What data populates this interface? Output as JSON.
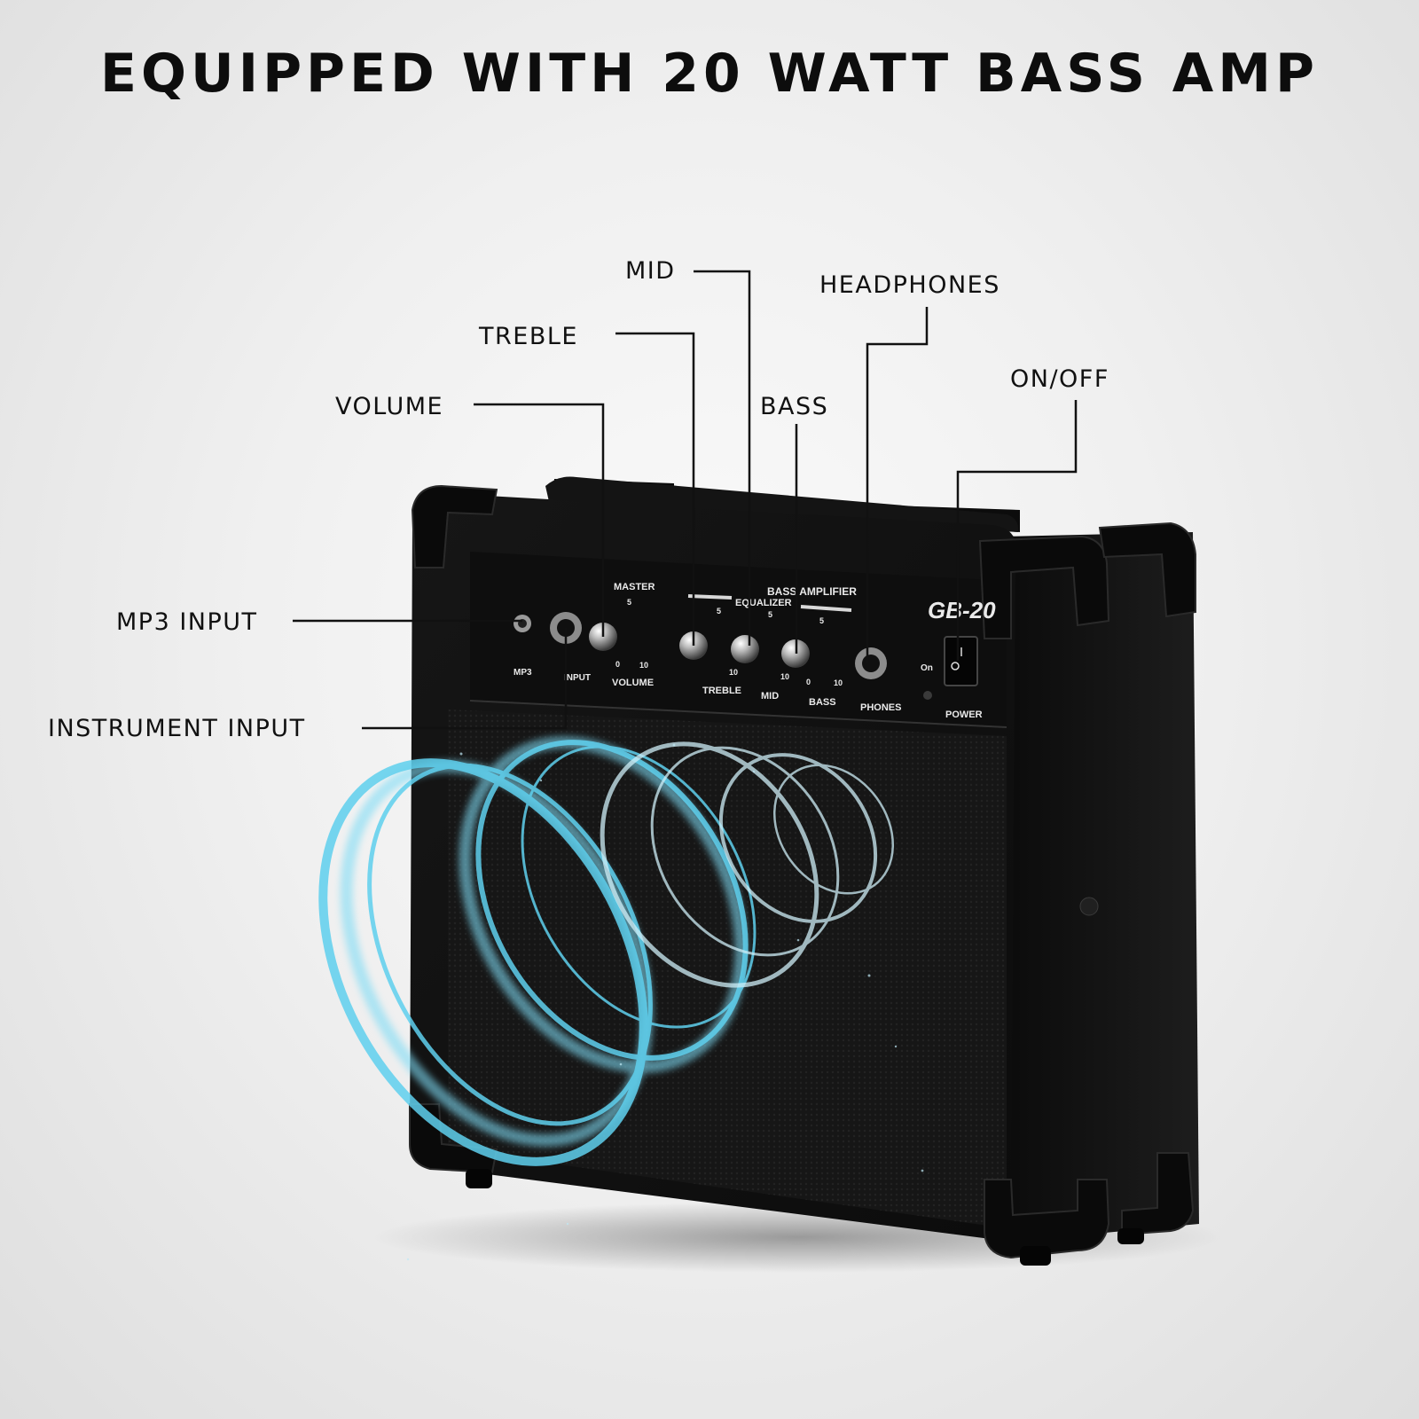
{
  "title": "EQUIPPED WITH 20 WATT BASS AMP",
  "callouts": {
    "mid": "MID",
    "headphones": "HEADPHONES",
    "treble": "TREBLE",
    "volume": "VOLUME",
    "bass": "BASS",
    "on_off": "ON/OFF",
    "mp3_input": "MP3 INPUT",
    "instrument_input": "INSTRUMENT INPUT"
  },
  "panel": {
    "model": "GB-20",
    "bass_amplifier": "BASS AMPLIFIER",
    "equalizer": "EQUALIZER",
    "master": "MASTER",
    "mp3": "MP3",
    "input": "INPUT",
    "volume": "VOLUME",
    "treble": "TREBLE",
    "mid": "MID",
    "bass": "BASS",
    "phones": "PHONES",
    "power": "POWER",
    "on": "On",
    "scale_0": "0",
    "scale_5": "5",
    "scale_10": "10"
  },
  "colors": {
    "cabinet": "#111111",
    "grille": "#1a1a1a",
    "swirl": "#5fd0ee",
    "leader_line": "#111111"
  }
}
